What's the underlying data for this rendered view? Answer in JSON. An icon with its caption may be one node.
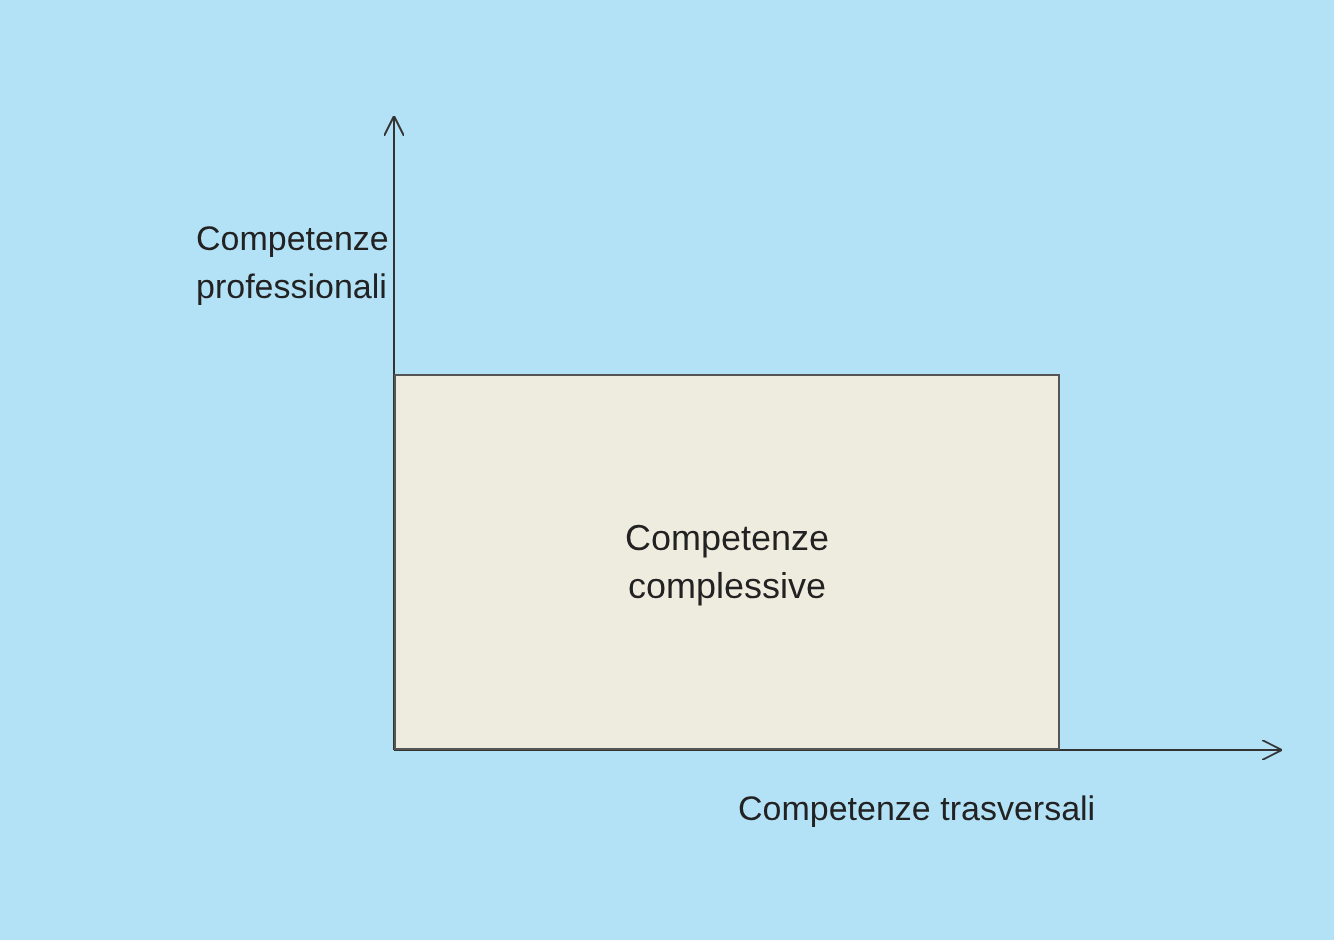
{
  "diagram": {
    "nodes": [
      {
        "text": [
          "Competenze complessive"
        ]
      }
    ],
    "labels": [
      "Competenze professionali",
      "Competenze trasversali"
    ]
  }
}
